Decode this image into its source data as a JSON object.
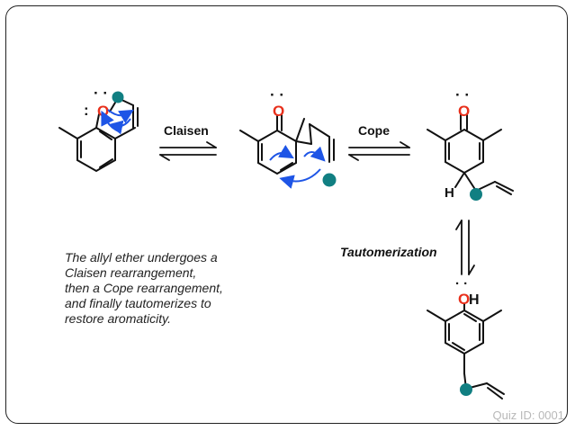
{
  "labels": {
    "claisen": "Claisen",
    "cope": "Cope",
    "tautomerization": "Tautomerization"
  },
  "atoms": {
    "oxygen": "O",
    "hydrogen": "H",
    "lone_pair": ":",
    "lone_pair_dots": "· ·"
  },
  "description": [
    "The allyl ether undergoes a",
    "Claisen rearrangement,",
    "then a Cope rearrangement,",
    "and finally tautomerizes to",
    "restore aromaticity."
  ],
  "quiz_id": "Quiz ID: 0001",
  "colors": {
    "oxygen": "#e8301c",
    "marker": "#117f82",
    "arrow": "#1e55e6",
    "bond": "#111111"
  }
}
